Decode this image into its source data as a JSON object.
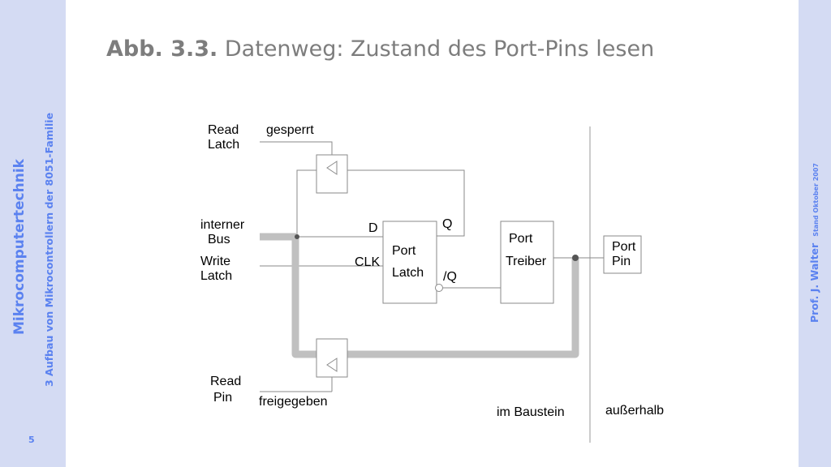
{
  "sidebar": {
    "course": "Mikrocomputertechnik",
    "chapter": "3 Aufbau von Mikrocontrollern der 8051-Familie",
    "page_number": "5"
  },
  "right_bar": {
    "author": "Prof. J. Walter",
    "stand": "Stand Oktober 2007"
  },
  "title": {
    "prefix": "Abb. 3.3.",
    "text": "Datenweg: Zustand des Port-Pins lesen"
  },
  "diagram": {
    "read_latch": [
      "Read",
      "Latch"
    ],
    "gesperrt": "gesperrt",
    "interner_bus": [
      "interner",
      "Bus"
    ],
    "write_latch": [
      "Write",
      "Latch"
    ],
    "d": "D",
    "clk": "CLK",
    "q": "Q",
    "nq": "/Q",
    "port_latch": [
      "Port",
      "Latch"
    ],
    "port_treiber": [
      "Port",
      "Treiber"
    ],
    "port_pin": [
      "Port",
      "Pin"
    ],
    "read_pin": [
      "Read",
      "Pin"
    ],
    "freigegeben": "freigegeben",
    "im_baustein": "im Baustein",
    "ausserhalb": "außerhalb"
  },
  "colors": {
    "sidebar_bg": "#d4dbf3",
    "sidebar_text": "#5b82f0",
    "title_text": "#7d7d7d",
    "data_path": "#c0c0c0",
    "lines": "#8a8a8a"
  }
}
